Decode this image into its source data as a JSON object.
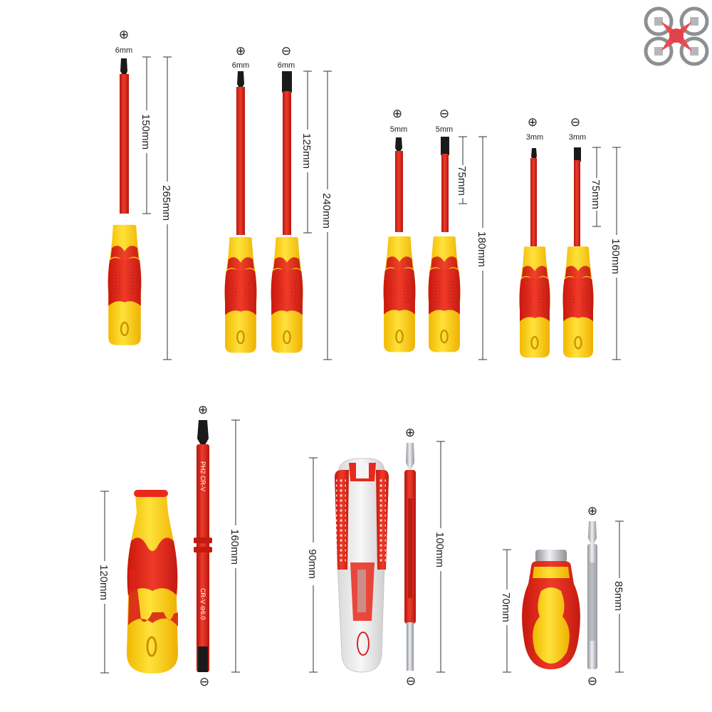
{
  "colors": {
    "handle_yellow": "#f9d000",
    "handle_red": "#e8291c",
    "shaft_red": "#df2618",
    "tip_black": "#1a1a1a",
    "silver": "#b9bcc0",
    "dim_line": "#333333"
  },
  "icons": {
    "phillips": "⊕",
    "slotted": "⊖"
  },
  "top_row": {
    "t1": {
      "tip": "phillips",
      "size": "6mm",
      "shaft_dim": "150mm",
      "total_dim": "265mm"
    },
    "t2": {
      "tip": "phillips",
      "size": "6mm"
    },
    "t3": {
      "tip": "slotted",
      "size": "6mm",
      "shaft_dim": "125mm"
    },
    "pair2_total": "240mm",
    "t4": {
      "tip": "phillips",
      "size": "5mm"
    },
    "t5": {
      "tip": "slotted",
      "size": "5mm",
      "shaft_dim": "75mm"
    },
    "pair3_total": "180mm",
    "t6": {
      "tip": "phillips",
      "size": "3mm"
    },
    "t7": {
      "tip": "slotted",
      "size": "3mm",
      "shaft_dim": "75mm"
    },
    "pair4_total": "160mm"
  },
  "bottom_row": {
    "handle1": {
      "dim": "120mm"
    },
    "bit1": {
      "dim": "160mm",
      "engraving_top": "PH2 CR-V",
      "engraving_bottom": "CR-V ⊖6.0"
    },
    "tester_handle": {
      "dim": "90mm"
    },
    "bit2": {
      "dim": "100mm"
    },
    "stubby_handle": {
      "dim": "70mm"
    },
    "bit3": {
      "dim": "85mm"
    }
  },
  "logo": {
    "name": "drone-logo"
  }
}
